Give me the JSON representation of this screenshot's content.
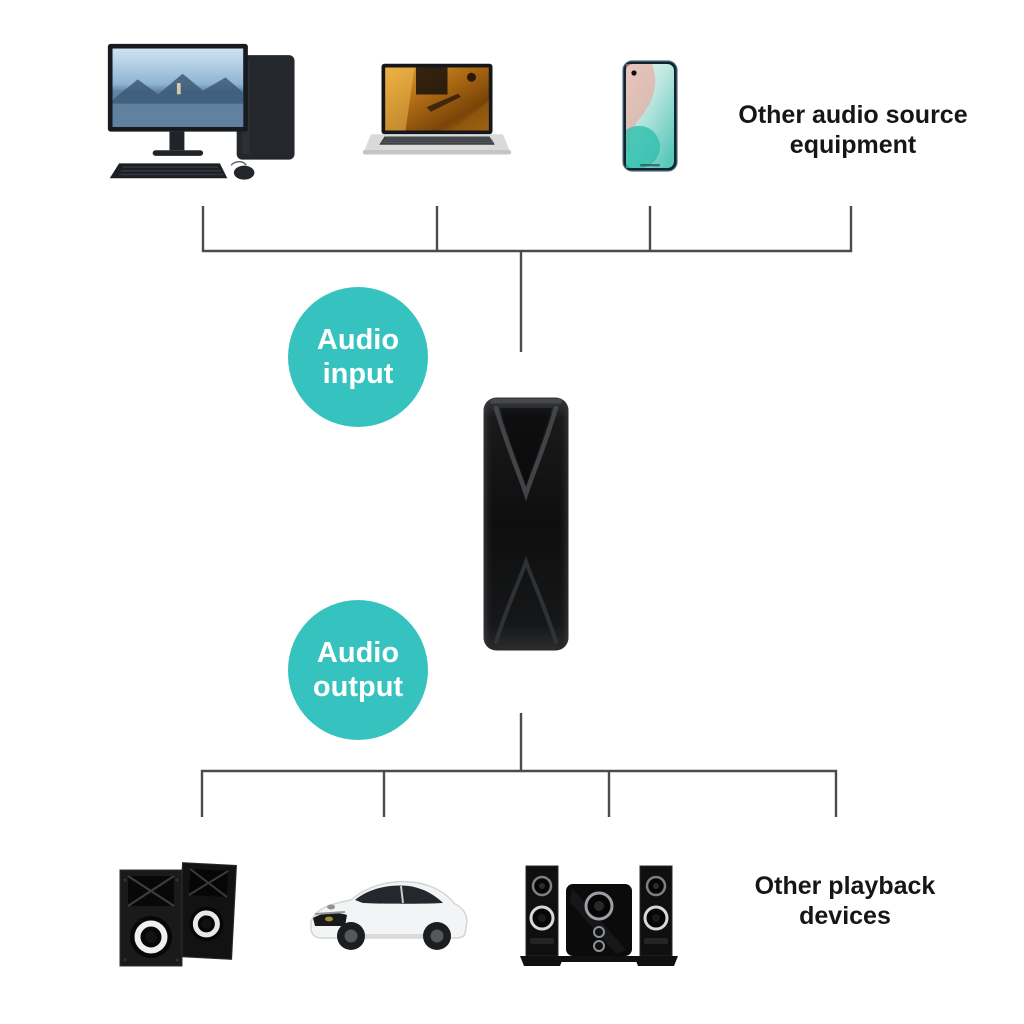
{
  "diagram": {
    "top_group_label": "Other audio source equipment",
    "bottom_group_label": "Other playback devices",
    "audio_input_badge": {
      "line1": "Audio",
      "line2": "input"
    },
    "audio_output_badge": {
      "line1": "Audio",
      "line2": "output"
    },
    "center_device": "bluetooth-audio-adapter",
    "source_devices": [
      {
        "name": "desktop-computer"
      },
      {
        "name": "laptop"
      },
      {
        "name": "smartphone"
      }
    ],
    "playback_devices": [
      {
        "name": "bookshelf-speakers"
      },
      {
        "name": "car"
      },
      {
        "name": "home-theater-system"
      }
    ],
    "colors": {
      "badge_teal": "#36c3bf",
      "line_gray": "#4b4b4b",
      "text_black": "#161616",
      "background": "#ffffff"
    }
  }
}
